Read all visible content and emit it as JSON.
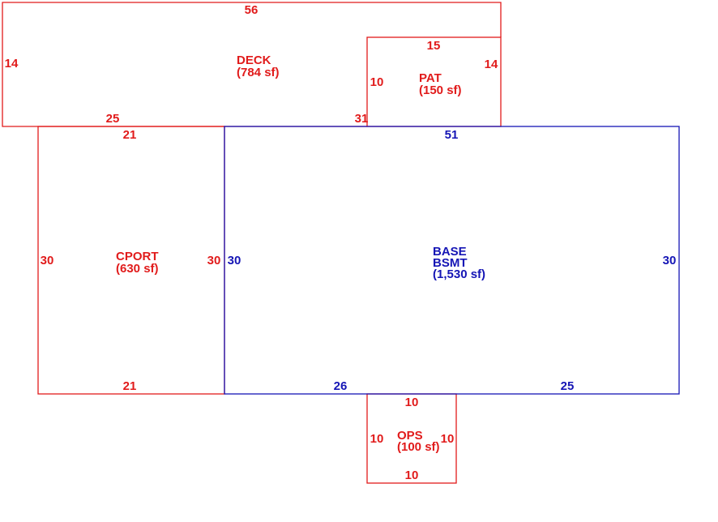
{
  "colors": {
    "secondary": "#e11b1b",
    "primary": "#1515b5",
    "background": "#ffffff"
  },
  "areas": {
    "deck": {
      "name": "DECK",
      "area": "(784 sf)",
      "dims": {
        "top": "56",
        "left": "14",
        "bottom_left": "25",
        "bottom_right": "31"
      }
    },
    "patio": {
      "name": "PAT",
      "area": "(150 sf)",
      "dims": {
        "top": "15",
        "left": "10",
        "right": "14"
      }
    },
    "carport": {
      "name": "CPORT",
      "area": "(630 sf)",
      "dims": {
        "top": "21",
        "left": "30",
        "right": "30",
        "bottom": "21"
      }
    },
    "basement": {
      "name_line1": "BASE",
      "name_line2": "BSMT",
      "area": "(1,530 sf)",
      "dims": {
        "top": "51",
        "left": "30",
        "right": "30",
        "bottom_left": "26",
        "bottom_right": "25"
      }
    },
    "open_porch": {
      "name": "OPS",
      "area": "(100 sf)",
      "dims": {
        "top": "10",
        "left": "10",
        "right": "10",
        "bottom": "10"
      }
    }
  }
}
